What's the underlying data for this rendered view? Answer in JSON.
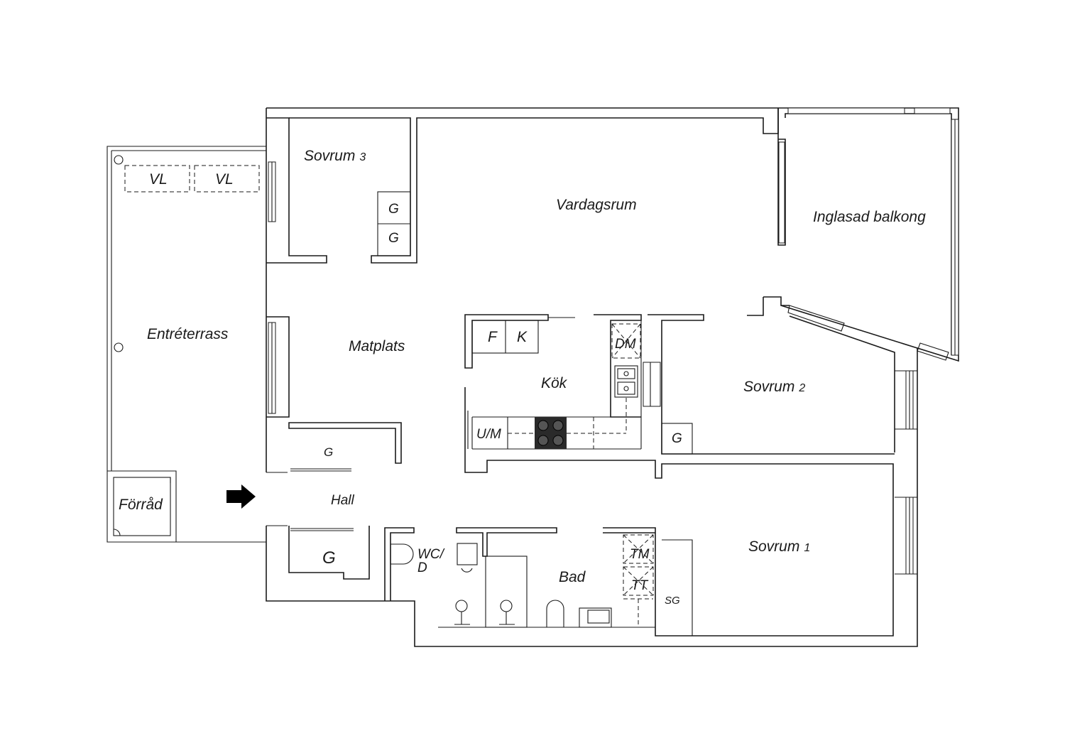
{
  "rooms": {
    "sovrum3": "Sovrum",
    "sovrum3_num": "3",
    "vardagsrum": "Vardagsrum",
    "balkong": "Inglasad balkong",
    "entreterrass": "Entréterrass",
    "matplats": "Matplats",
    "kok": "Kök",
    "sovrum2": "Sovrum",
    "sovrum2_num": "2",
    "hall": "Hall",
    "forrad": "Förråd",
    "bad": "Bad",
    "sovrum1": "Sovrum",
    "sovrum1_num": "1",
    "wc_line1": "WC/",
    "wc_line2": "D"
  },
  "fixtures": {
    "vl": "VL",
    "garderob": "G",
    "frys": "F",
    "kyl": "K",
    "diskmaskin": "DM",
    "ugn_mikro": "U/M",
    "tvattmaskin": "TM",
    "torktumlare": "TT",
    "stadgarderob": "SG"
  },
  "entrance": "arrow-right"
}
